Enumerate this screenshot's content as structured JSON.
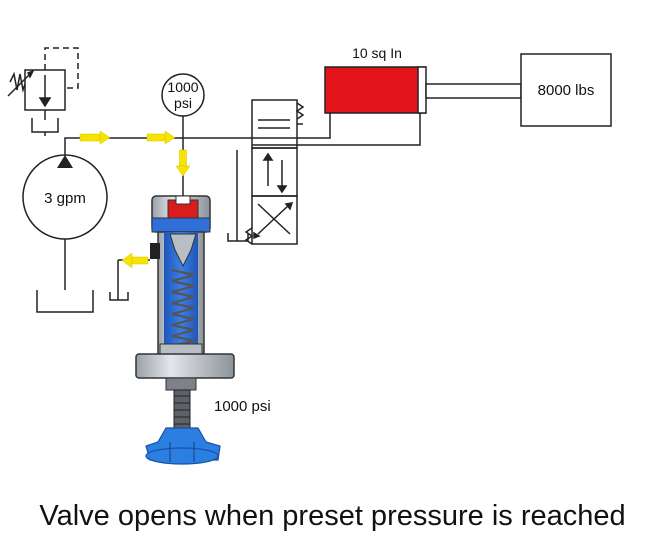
{
  "caption": "Valve opens when preset pressure is reached",
  "pump": {
    "label": "3 gpm"
  },
  "gauge": {
    "value": "1000",
    "unit": "psi"
  },
  "cylinder": {
    "label": "10 sq In"
  },
  "load": {
    "label": "8000 lbs"
  },
  "relief_valve": {
    "setting_label": "1000 psi"
  },
  "colors": {
    "cylinder_fill": "#e3151b",
    "flow_arrow": "#f5e300",
    "valve_body_blue": "#2f6fd8",
    "knob_blue": "#2b7fe0",
    "pressure_chamber_red": "#d91c1c",
    "valve_steel": "#c9ccd1",
    "line": "#222222"
  }
}
